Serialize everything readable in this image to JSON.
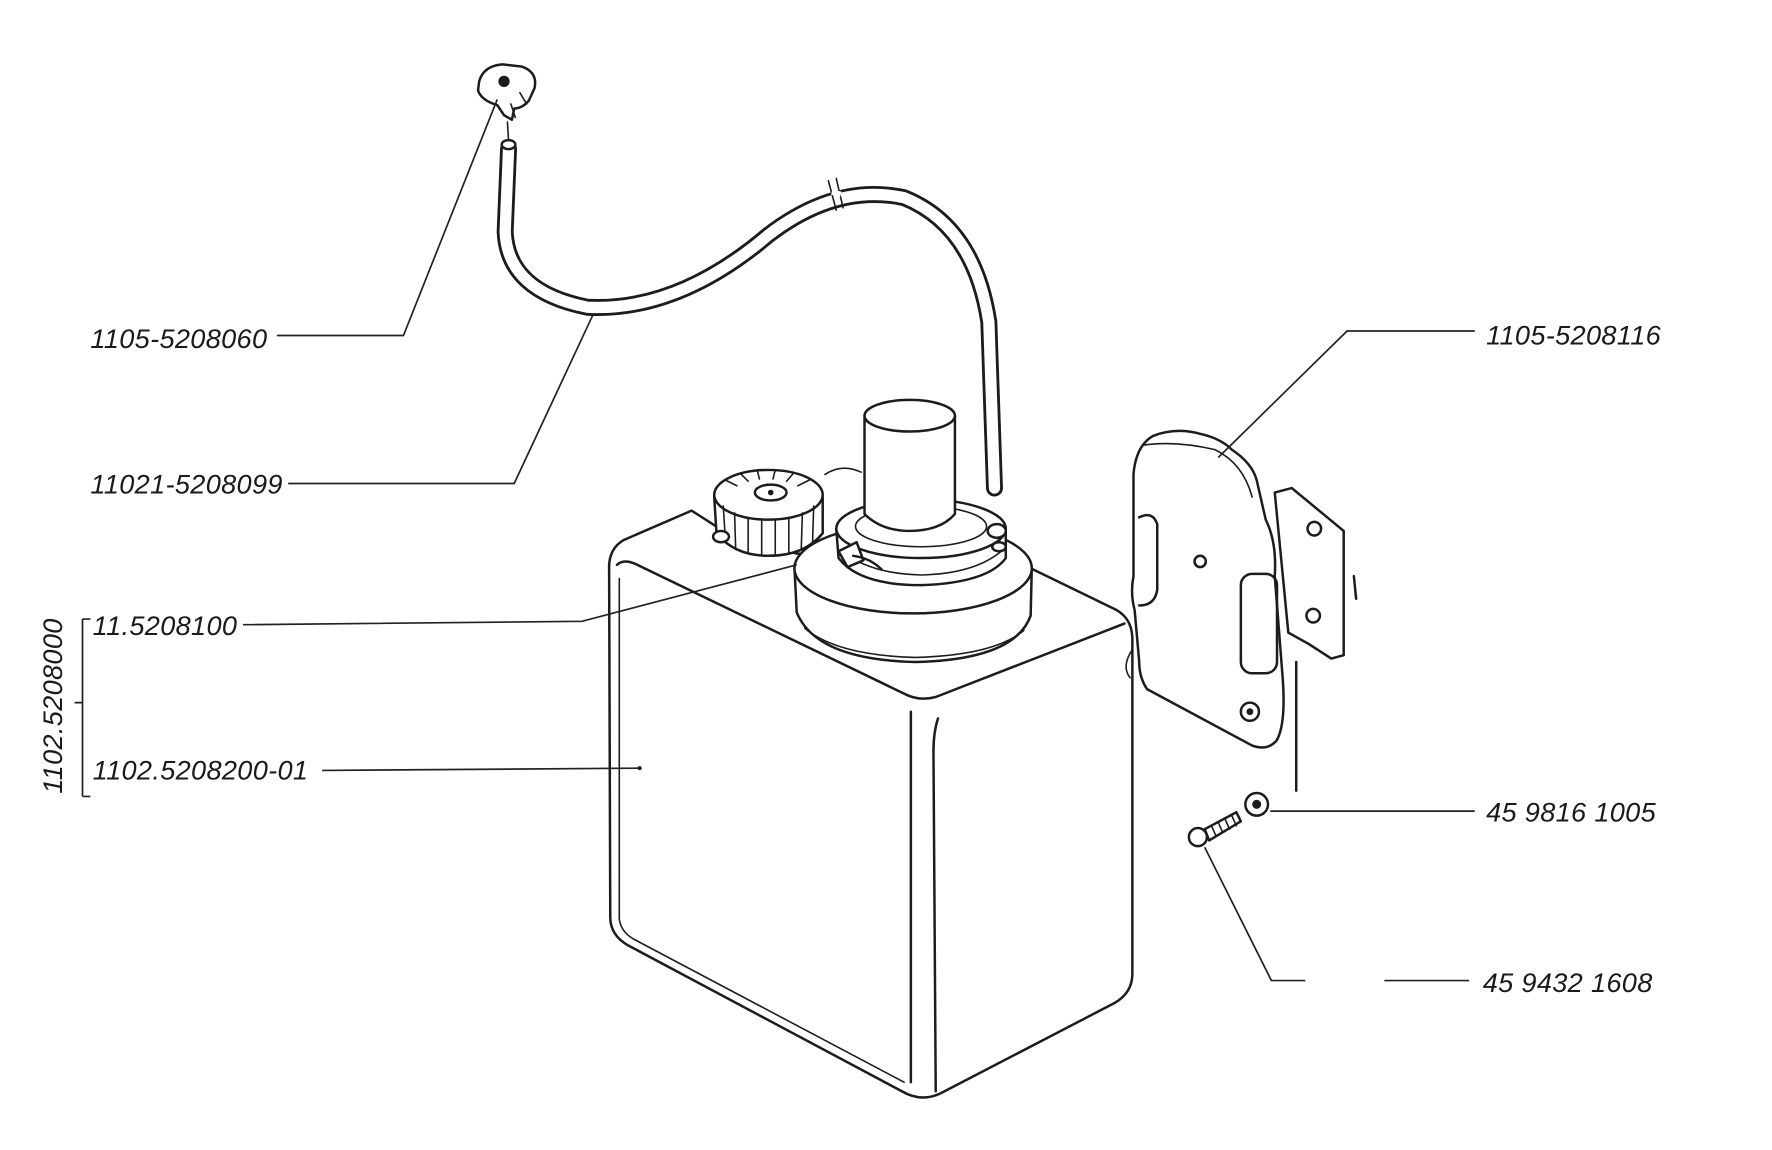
{
  "labels": {
    "nozzle": "1105-5208060",
    "hose": "11021-5208099",
    "pump": "11.5208100",
    "tank": "1102.5208200-01",
    "assembly": "1102.5208000",
    "bracket": "1105-5208116",
    "washer": "45 9816 1005",
    "screw": "45 9432 1608"
  }
}
